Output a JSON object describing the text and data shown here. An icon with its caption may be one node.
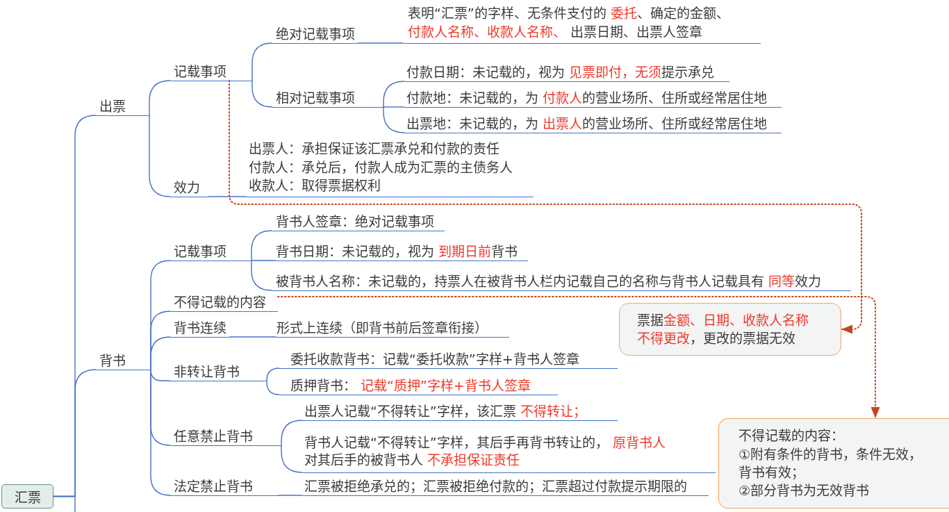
{
  "diagram": {
    "nodes": [
      {
        "text": [
          "汇票"
        ]
      },
      {
        "text": [
          "出票"
        ]
      },
      {
        "text": [
          "记载事项"
        ]
      },
      {
        "text": [
          "绝对记载事项"
        ]
      },
      {
        "text": [
          "表明“汇票”的字样、无条件支付的 **委托**、确定的金额、**付款人名称、收款人名称、** 出票日期、出票人签章"
        ]
      },
      {
        "text": [
          "相对记载事项"
        ]
      },
      {
        "text": [
          "付款日期：未记载的，视为 **见票即付，无须**提示承兑"
        ]
      },
      {
        "text": [
          "付款地：未记载的，为 **付款人**的营业场所、住所或经常居住地"
        ]
      },
      {
        "text": [
          "出票地：未记载的，为 **出票人**的营业场所、住所或经常居住地"
        ]
      },
      {
        "text": [
          "效力"
        ]
      },
      {
        "text": [
          "出票人：承担保证该汇票承兑和付款的责任",
          "付款人：承兑后，付款人成为汇票的主债务人",
          "收款人：取得票据权利"
        ]
      },
      {
        "text": [
          "背书"
        ]
      },
      {
        "text": [
          "记载事项"
        ]
      },
      {
        "text": [
          "背书人签章：绝对记载事项"
        ]
      },
      {
        "text": [
          "背书日期：未记载的，视为 **到期日前**背书"
        ]
      },
      {
        "text": [
          "被背书人名称：未记载的，持票人在被背书人栏内记载自己的名称与背书人记载具有 **同等**效力"
        ]
      },
      {
        "text": [
          "不得记载的内容"
        ]
      },
      {
        "text": [
          "背书连续"
        ]
      },
      {
        "text": [
          "形式上连续（即背书前后签章衔接）"
        ]
      },
      {
        "text": [
          "非转让背书"
        ]
      },
      {
        "text": [
          "委托收款背书：记载“委托收款”字样+背书人签章"
        ]
      },
      {
        "text": [
          "质押背书： **记载“质押”字样+背书人签章**"
        ]
      },
      {
        "text": [
          "任意禁止背书"
        ]
      },
      {
        "text": [
          "出票人记载“不得转让”字样，该汇票 **不得转让；**"
        ]
      },
      {
        "text": [
          "背书人记载“不得转让”字样，其后手再背书转让的， **原背书人**对其后手的被背书人 **不承担保证责任**"
        ]
      },
      {
        "text": [
          "法定禁止背书"
        ]
      },
      {
        "text": [
          "汇票被拒绝承兑的；汇票被拒绝付款的；汇票超过付款提示期限的"
        ]
      },
      {
        "text": [
          "票据**金额、日期、收款人名称不得更改**，更改的票据无效"
        ]
      },
      {
        "text": [
          "不得记载的内容：",
          "①附有条件的背书，条件无效，背书有效；",
          "②部分背书为无效背书"
        ]
      }
    ],
    "edges": [
      {
        "from": 0,
        "to": 1,
        "arrow": "none"
      },
      {
        "from": 0,
        "to": 11,
        "arrow": "none"
      },
      {
        "from": 0,
        "to": null,
        "arrow": "none"
      },
      {
        "from": 1,
        "to": 2,
        "arrow": "none"
      },
      {
        "from": 1,
        "to": 9,
        "arrow": "none"
      },
      {
        "from": 2,
        "to": 3,
        "arrow": "none"
      },
      {
        "from": 2,
        "to": 5,
        "arrow": "none"
      },
      {
        "from": 3,
        "to": 4,
        "arrow": "none"
      },
      {
        "from": 5,
        "to": 6,
        "arrow": "none"
      },
      {
        "from": 5,
        "to": 7,
        "arrow": "none"
      },
      {
        "from": 5,
        "to": 8,
        "arrow": "none"
      },
      {
        "from": 9,
        "to": 10,
        "arrow": "none"
      },
      {
        "from": 11,
        "to": 12,
        "arrow": "none"
      },
      {
        "from": 11,
        "to": 16,
        "arrow": "none"
      },
      {
        "from": 11,
        "to": 17,
        "arrow": "none"
      },
      {
        "from": 11,
        "to": 19,
        "arrow": "none"
      },
      {
        "from": 11,
        "to": 22,
        "arrow": "none"
      },
      {
        "from": 11,
        "to": 25,
        "arrow": "none"
      },
      {
        "from": 12,
        "to": 13,
        "arrow": "none"
      },
      {
        "from": 12,
        "to": 14,
        "arrow": "none"
      },
      {
        "from": 12,
        "to": 15,
        "arrow": "none"
      },
      {
        "from": 17,
        "to": 18,
        "arrow": "none"
      },
      {
        "from": 19,
        "to": 20,
        "arrow": "none"
      },
      {
        "from": 19,
        "to": 21,
        "arrow": "none"
      },
      {
        "from": 22,
        "to": 23,
        "arrow": "none"
      },
      {
        "from": 22,
        "to": 24,
        "arrow": "none"
      },
      {
        "from": 25,
        "to": 26,
        "arrow": "none"
      },
      {
        "from": 2,
        "to": 27,
        "arrow": "to",
        "style": "dashed",
        "color": "#c4461f"
      },
      {
        "from": 16,
        "to": 28,
        "arrow": "to",
        "style": "dashed",
        "color": "#c4461f"
      }
    ]
  }
}
